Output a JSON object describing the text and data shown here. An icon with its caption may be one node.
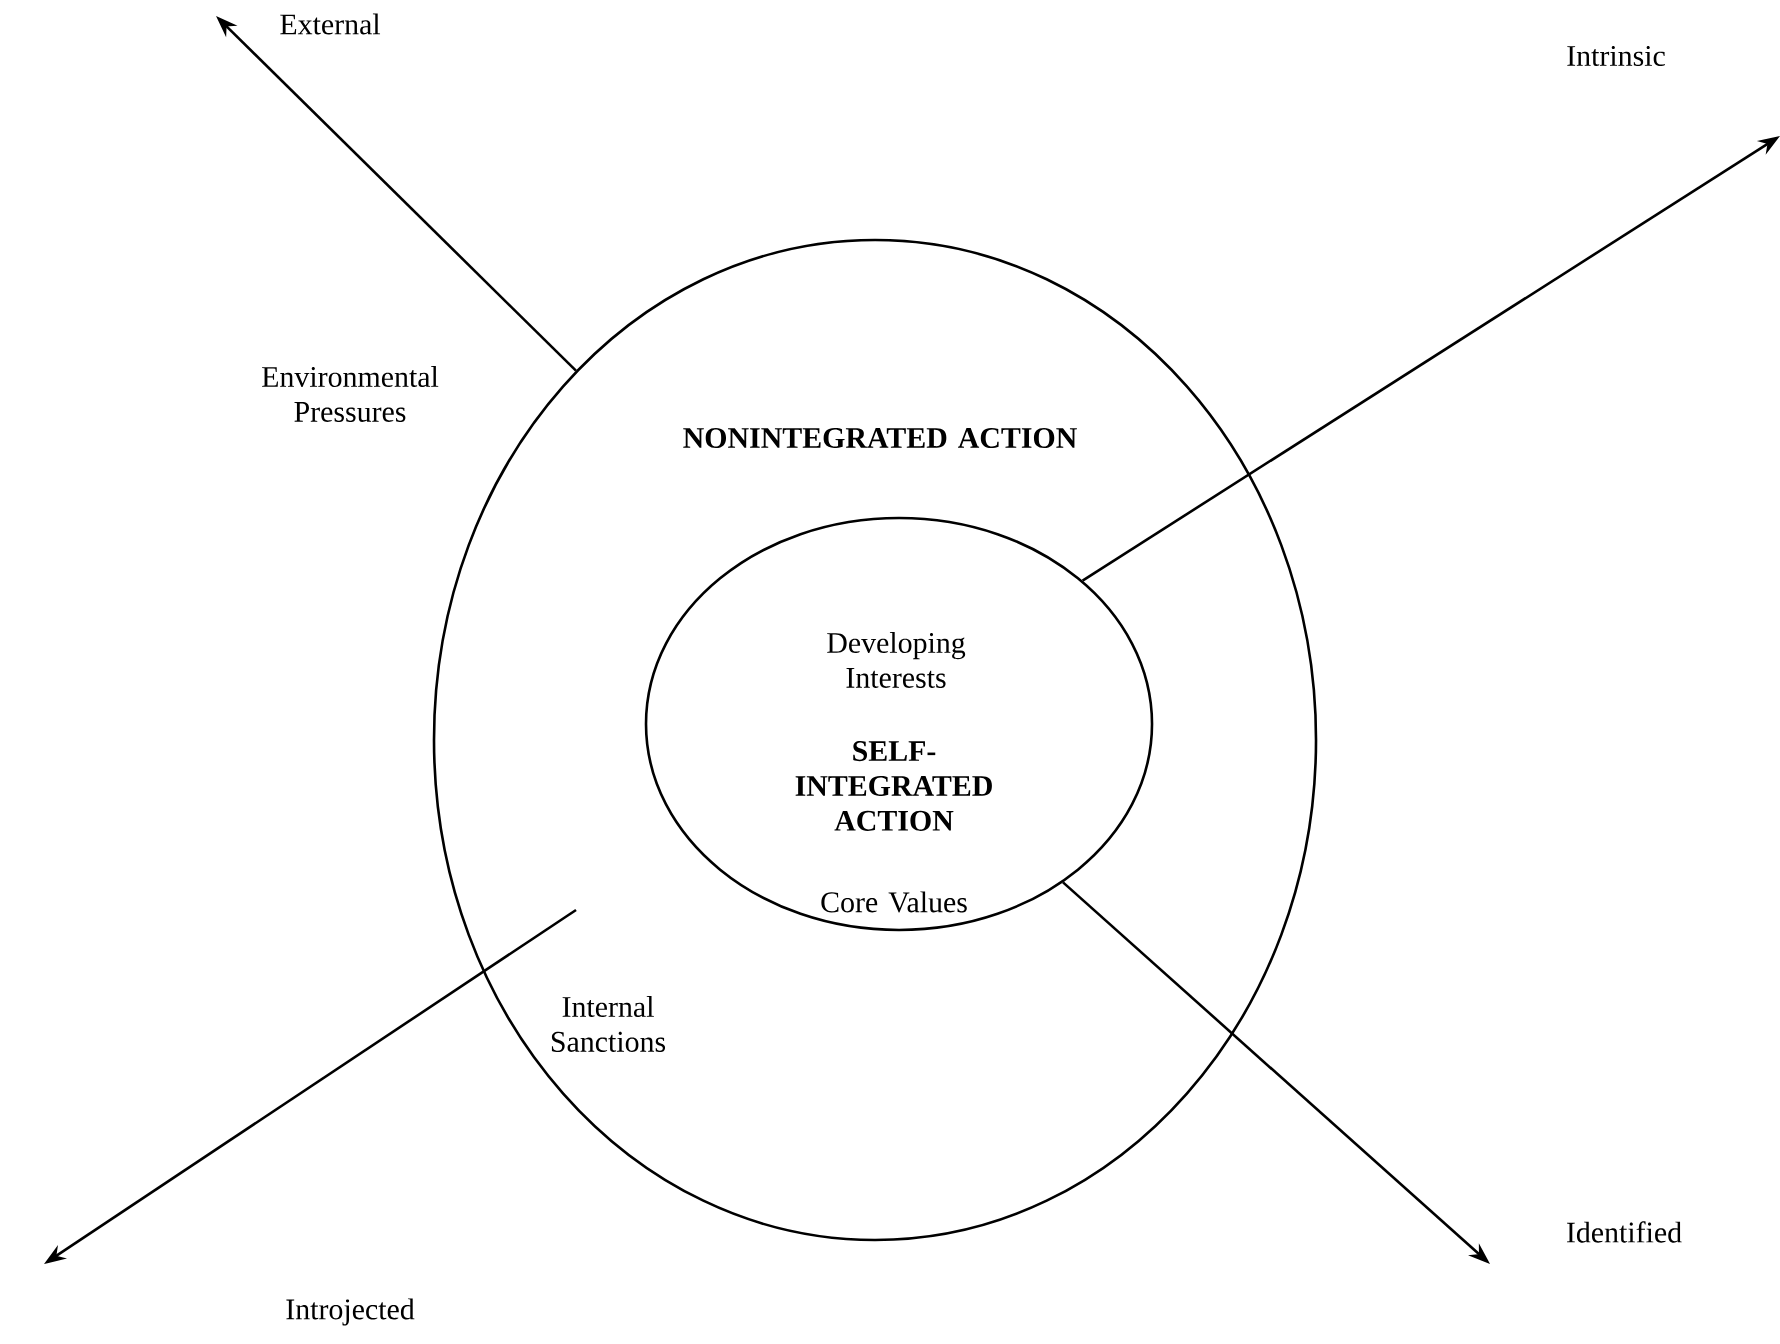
{
  "diagram": {
    "nodes": [
      {
        "text": [
          "NONINTEGRATED ACTION",
          "Internal Sanctions"
        ]
      },
      {
        "text": [
          "Developing Interests",
          "SELF-INTEGRATED ACTION",
          "Core Values"
        ],
        "in": 0
      }
    ],
    "edges": [
      {
        "from": 0,
        "to": null,
        "arrow": "to"
      },
      {
        "from": 1,
        "to": null,
        "arrow": "to"
      },
      {
        "from": 1,
        "to": null,
        "arrow": "to"
      }
    ],
    "labels": [
      "External",
      "Intrinsic",
      "Environmental Pressures",
      "Introjected",
      "Identified"
    ]
  }
}
